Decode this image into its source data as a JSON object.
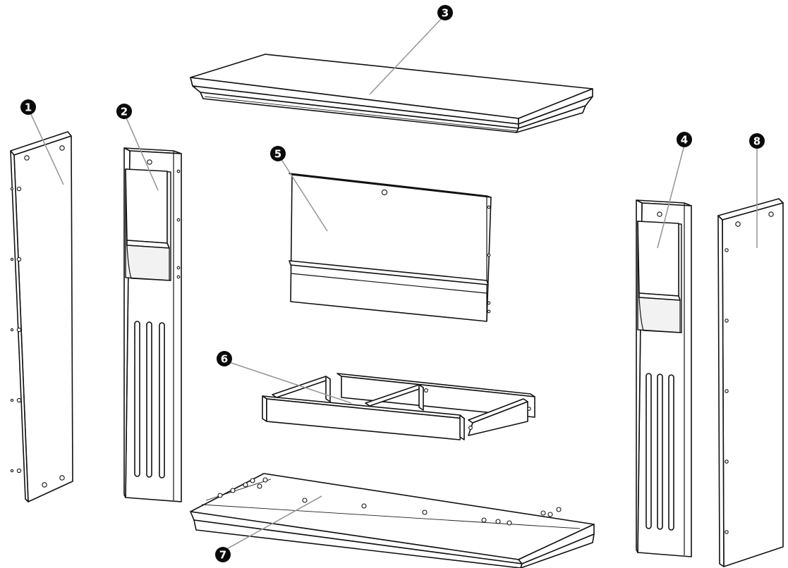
{
  "callouts": [
    {
      "id": "1",
      "label": "1"
    },
    {
      "id": "2",
      "label": "2"
    },
    {
      "id": "3",
      "label": "3"
    },
    {
      "id": "4",
      "label": "4"
    },
    {
      "id": "5",
      "label": "5"
    },
    {
      "id": "6",
      "label": "6"
    },
    {
      "id": "7",
      "label": "7"
    },
    {
      "id": "8",
      "label": "8"
    }
  ],
  "colors": {
    "line": "#111111",
    "leader": "#9a9a9a",
    "fill": "#ffffff",
    "callout": "#0a0a0a"
  }
}
